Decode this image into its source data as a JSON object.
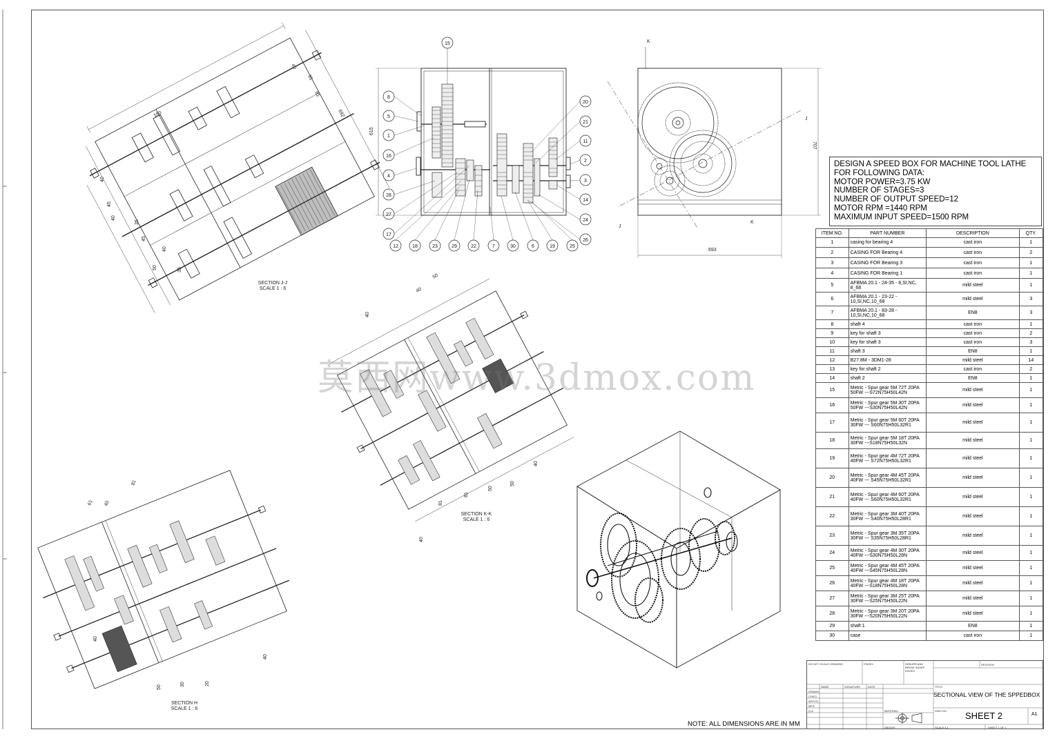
{
  "requirements": [
    "DESIGN A SPEED BOX FOR MACHINE TOOL LATHE",
    "FOR FOLLOWING DATA:",
    "MOTOR POWER=3.75 KW",
    "NUMBER OF STAGES=3",
    "NUMBER OF OUTPUT SPEED=12",
    "MOTOR RPM =1440 RPM",
    "MAXIMUM INPUT SPEED=1500 RPM"
  ],
  "bom": {
    "headers": [
      "ITEM NO.",
      "PART NUMBER",
      "DESCRIPTION",
      "QTY."
    ],
    "rows": [
      {
        "item": "1",
        "part": "casing for bearing 4",
        "desc": "cast iron",
        "qty": "1"
      },
      {
        "item": "2",
        "part": "CASING FOR Bearing 4",
        "desc": "cast iron",
        "qty": "2"
      },
      {
        "item": "3",
        "part": "CASING FOR Bearing 3",
        "desc": "cast iron",
        "qty": "1"
      },
      {
        "item": "4",
        "part": "CASING FOR Bearing 1",
        "desc": "cast iron",
        "qty": "1"
      },
      {
        "item": "5",
        "part": "AFBMA 20.1 - 24-35 - 8,SI,NC, 8_68",
        "desc": "mild steel",
        "qty": "1"
      },
      {
        "item": "6",
        "part": "AFBMA 20.1 - 23-22 - 10,SI,NC,10_68",
        "desc": "mild steel",
        "qty": "3"
      },
      {
        "item": "7",
        "part": "AFBMA 20.1 - 83-28 - 10,SI,NC,10_68",
        "desc": "EN8",
        "qty": "3"
      },
      {
        "item": "8",
        "part": "shaft 4",
        "desc": "cast iron",
        "qty": "1"
      },
      {
        "item": "9",
        "part": "key for shaft 3",
        "desc": "cast iron",
        "qty": "2"
      },
      {
        "item": "10",
        "part": "key for shaft 3",
        "desc": "cast iron",
        "qty": "3"
      },
      {
        "item": "11",
        "part": "shaft 3",
        "desc": "EN8",
        "qty": "1"
      },
      {
        "item": "12",
        "part": "B27.8M - 3DM1-28",
        "desc": "mild steel",
        "qty": "14"
      },
      {
        "item": "13",
        "part": "key for shaft 2",
        "desc": "cast iron",
        "qty": "2"
      },
      {
        "item": "14",
        "part": "shaft 2",
        "desc": "EN8",
        "qty": "1"
      },
      {
        "item": "15",
        "part": "Metric - Spur gear 5M 72T 20PA 50FW ---S72N75H50L42N",
        "desc": "mild steel",
        "qty": "1"
      },
      {
        "item": "16",
        "part": "Metric - Spur gear 5M 30T 20PA 50FW ---S30N75H50L42N",
        "desc": "mild steel",
        "qty": "1"
      },
      {
        "item": "17",
        "part": "Metric - Spur gear 5M 60T 20PA 30FW --- S60N75H50L32R1",
        "desc": "mild steel",
        "qty": "1"
      },
      {
        "item": "18",
        "part": "Metric - Spur gear 5M 18T 20PA 30FW ---S18N75H50L32N",
        "desc": "mild steel",
        "qty": "1"
      },
      {
        "item": "19",
        "part": "Metric - Spur gear 4M 72T 20PA 40FW --- S72N75H50L32R1",
        "desc": "mild steel",
        "qty": "1"
      },
      {
        "item": "20",
        "part": "Metric - Spur gear 4M 45T 20PA 40FW --- S45N75H50L32R1",
        "desc": "mild steel",
        "qty": "1"
      },
      {
        "item": "21",
        "part": "Metric - Spur gear 4M 60T 20PA 40FW --- S60N75H50L32R1",
        "desc": "mild steel",
        "qty": "1"
      },
      {
        "item": "22",
        "part": "Metric - Spur gear 3M 40T 20PA 30FW --- S40N75H50L28R1",
        "desc": "mild steel",
        "qty": "1"
      },
      {
        "item": "23",
        "part": "Metric - Spur gear 3M 35T 20PA 30FW --- S35N75H50L28R1",
        "desc": "mild steel",
        "qty": "1"
      },
      {
        "item": "24",
        "part": "Metric - Spur gear 4M 30T 20PA 40FW ---S30N75H50L28N",
        "desc": "mild steel",
        "qty": "1"
      },
      {
        "item": "25",
        "part": "Metric - Spur gear 4M 45T 20PA 40FW ---S45N75H50L28N",
        "desc": "mild steel",
        "qty": "1"
      },
      {
        "item": "26",
        "part": "Metric - Spur gear 4M 18T 20PA 40FW ---S18N75H50L28N",
        "desc": "mild steel",
        "qty": "1"
      },
      {
        "item": "27",
        "part": "Metric - Spur gear 3M 25T 20PA 30FW ---S25N75H50L22N",
        "desc": "mild steel",
        "qty": "1"
      },
      {
        "item": "28",
        "part": "Metric - Spur gear 3M 20T 20PA 30FW ---S20N75H50L22N",
        "desc": "mild steel",
        "qty": "1"
      },
      {
        "item": "29",
        "part": "shaft 1",
        "desc": "EN8",
        "qty": "1"
      },
      {
        "item": "30",
        "part": "case",
        "desc": "cast iron",
        "qty": "1"
      }
    ]
  },
  "title_block": {
    "title": "SECTIONAL VIEW OF THE SPPEDBOX",
    "sheet": "SHEET 2",
    "size": "A1",
    "name_col": "NAME",
    "signature_col": "SIGNATURE",
    "date_col": "DATE",
    "roles": [
      "DRAWN",
      "CHK'D",
      "APPV'D",
      "MFG",
      "Q.A"
    ],
    "finish_label": "FINISH:",
    "deburr_label": "DEBURR AND BREAK SHARP EDGES",
    "material_label": "MATERIAL:",
    "weight_label": "WEIGHT:",
    "dwg_no_label": "DWG NO.",
    "title_label": "TITLE:",
    "revision_label": "REVISION",
    "scale_label": "SCALE:1:1",
    "sheet_of": "SHEET 1 OF 1",
    "do_not_scale": "DO NOT SCALE DRAWING"
  },
  "note": "NOTE: ALL DIMENSIONS ARE IN MM",
  "section_labels": {
    "jj": [
      "SECTION J-J",
      "SCALE 1 : 6"
    ],
    "kk": [
      "SECTION K-K",
      "SCALE 1 : 6"
    ],
    "h": [
      "SECTION H",
      "SCALE 1 : 6"
    ]
  },
  "front_view": {
    "balloons_left": [
      "8",
      "5",
      "1",
      "16",
      "4",
      "28",
      "27",
      "17"
    ],
    "balloon_top": "15",
    "balloons_right": [
      "20",
      "21",
      "11",
      "2",
      "3",
      "14",
      "24",
      "26"
    ],
    "balloons_bottom": [
      "12",
      "18",
      "23",
      "29",
      "22",
      "7",
      "30",
      "6",
      "19",
      "25"
    ],
    "dim_height": "615"
  },
  "side_view": {
    "dim_width": "693",
    "dim_height": "707",
    "section_marks": [
      "K",
      "J",
      "J",
      "K"
    ]
  },
  "jj_dims": [
    "180",
    "40",
    "81",
    "81",
    "692",
    "40",
    "45",
    "40",
    "35",
    "45",
    "40",
    "50",
    "35"
  ],
  "kk_dims": [
    "50",
    "40",
    "40",
    "81",
    "81",
    "50",
    "50",
    "40",
    "40"
  ],
  "h_dims": [
    "81",
    "61",
    "40",
    "40",
    "50",
    "30",
    "20",
    "40"
  ],
  "watermark": "莫西网www.3dmox.com"
}
